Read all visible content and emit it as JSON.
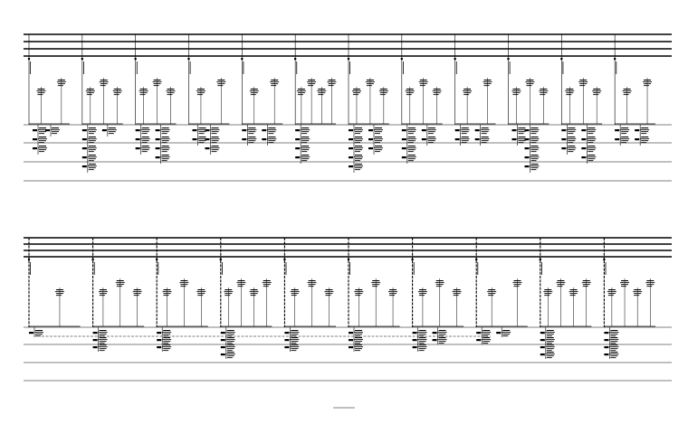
{
  "drawing": {
    "caption": "",
    "note_top": "",
    "note_bottom": "",
    "ink": "#000000",
    "background": "#ffffff"
  },
  "top_diagram": {
    "bus_labels": [
      "",
      "",
      "",
      ""
    ],
    "level_labels": [
      "",
      "",
      "",
      ""
    ],
    "risers": [
      {
        "tag": "",
        "stacks": [
          [
            1,
            1
          ],
          [
            0,
            3
          ]
        ],
        "taps": 2
      },
      {
        "tag": "",
        "stacks": [
          [
            0,
            5
          ],
          [
            1,
            1
          ]
        ],
        "taps": 3
      },
      {
        "tag": "",
        "stacks": [
          [
            0,
            3
          ],
          [
            1,
            4
          ]
        ],
        "taps": 3
      },
      {
        "tag": "",
        "stacks": [
          [
            1,
            3
          ],
          [
            0,
            2
          ]
        ],
        "taps": 2
      },
      {
        "tag": "",
        "stacks": [
          [
            0,
            2
          ],
          [
            1,
            2
          ]
        ],
        "taps": 2
      },
      {
        "tag": "",
        "stacks": [
          [
            0,
            4
          ]
        ],
        "taps": 4
      },
      {
        "tag": "",
        "stacks": [
          [
            0,
            5
          ],
          [
            1,
            3
          ]
        ],
        "taps": 3
      },
      {
        "tag": "",
        "stacks": [
          [
            0,
            4
          ],
          [
            1,
            2
          ]
        ],
        "taps": 3
      },
      {
        "tag": "",
        "stacks": [
          [
            0,
            2
          ],
          [
            1,
            2
          ]
        ],
        "taps": 2
      },
      {
        "tag": "",
        "stacks": [
          [
            1,
            5
          ],
          [
            0,
            2
          ]
        ],
        "taps": 3
      },
      {
        "tag": "",
        "stacks": [
          [
            0,
            3
          ],
          [
            1,
            4
          ]
        ],
        "taps": 3
      },
      {
        "tag": "",
        "stacks": [
          [
            0,
            2
          ],
          [
            1,
            2
          ]
        ],
        "taps": 2
      }
    ]
  },
  "bottom_diagram": {
    "bus_labels": [
      "",
      "",
      "",
      ""
    ],
    "level_labels": [
      "",
      "",
      "",
      ""
    ],
    "risers": [
      {
        "tag": "",
        "stacks": [
          [
            0,
            1
          ]
        ],
        "taps": 1
      },
      {
        "tag": "",
        "stacks": [
          [
            0,
            3
          ]
        ],
        "taps": 3
      },
      {
        "tag": "",
        "stacks": [
          [
            0,
            3
          ]
        ],
        "taps": 3
      },
      {
        "tag": "",
        "stacks": [
          [
            0,
            4
          ]
        ],
        "taps": 4
      },
      {
        "tag": "",
        "stacks": [
          [
            0,
            3
          ]
        ],
        "taps": 3
      },
      {
        "tag": "",
        "stacks": [
          [
            0,
            3
          ]
        ],
        "taps": 3
      },
      {
        "tag": "",
        "stacks": [
          [
            0,
            3
          ],
          [
            1,
            2
          ]
        ],
        "taps": 3
      },
      {
        "tag": "",
        "stacks": [
          [
            0,
            2
          ],
          [
            1,
            1
          ]
        ],
        "taps": 2
      },
      {
        "tag": "",
        "stacks": [
          [
            0,
            4
          ]
        ],
        "taps": 4
      },
      {
        "tag": "",
        "stacks": [
          [
            0,
            4
          ]
        ],
        "taps": 4
      }
    ]
  }
}
